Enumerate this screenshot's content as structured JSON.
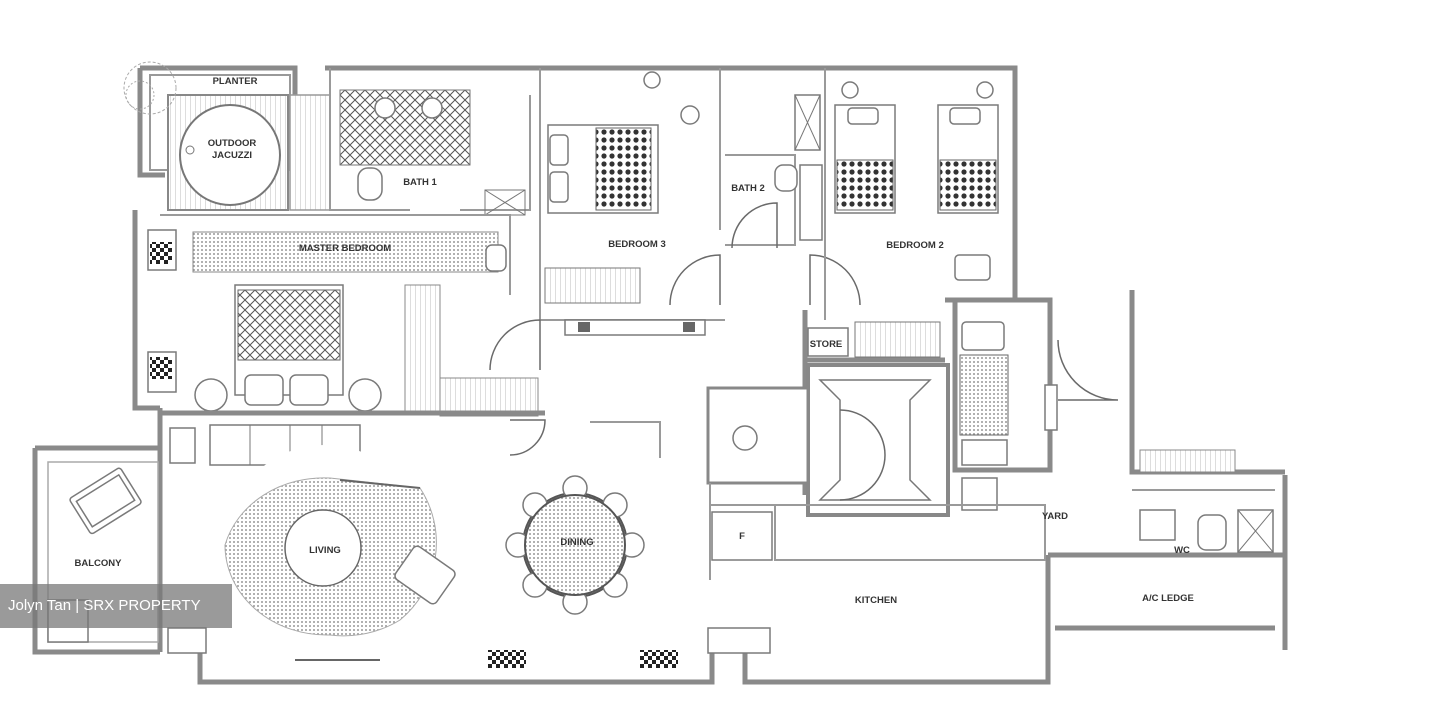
{
  "rooms": {
    "planter": "PLANTER",
    "jacuzzi_line1": "OUTDOOR",
    "jacuzzi_line2": "JACUZZI",
    "bath1": "BATH 1",
    "bedroom3": "BEDROOM 3",
    "bath2": "BATH 2",
    "bedroom2": "BEDROOM 2",
    "master": "MASTER BEDROOM",
    "store": "STORE",
    "yard": "YARD",
    "wc": "WC",
    "balcony": "BALCONY",
    "living": "LIVING",
    "dining": "DINING",
    "kitchen": "KITCHEN",
    "ac_ledge": "A/C LEDGE",
    "fridge": "F"
  },
  "watermark": "Jolyn Tan | SRX PROPERTY",
  "colors": {
    "wall": "#8a8a8a",
    "pattern": "#3a3a3a",
    "rug": "#b8b8b8"
  }
}
